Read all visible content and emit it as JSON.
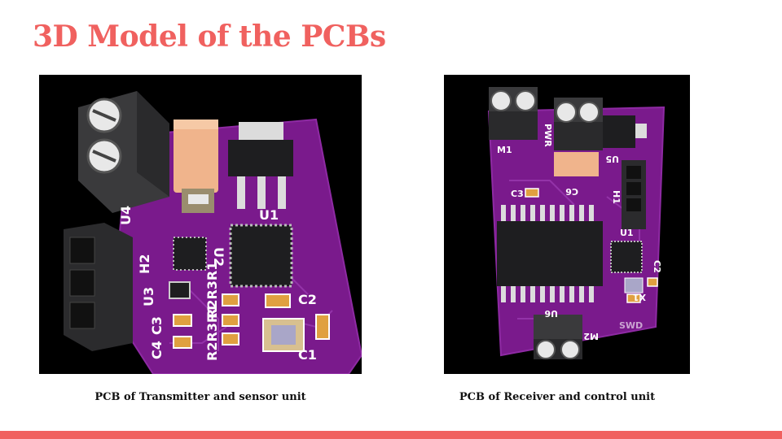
{
  "slide": {
    "title": "3D Model of the PCBs",
    "accent_color": "#f0615f"
  },
  "left_figure": {
    "caption": "PCB of Transmitter and sensor unit",
    "silkscreen": {
      "U4": "U4",
      "U1": "U1",
      "U2": "U2",
      "H2": "H2",
      "U3": "U3",
      "C3": "C3",
      "C4": "C4",
      "R2R3R1_top": "R2R3R1",
      "R2R3R1_bottom": "R2R3R1",
      "C2": "C2",
      "C1": "C1"
    },
    "board_color": "#7a1a8c"
  },
  "right_figure": {
    "caption": "PCB of Receiver and control unit",
    "silkscreen": {
      "M1": "M1",
      "PWR": "PWR",
      "U5": "U5",
      "C6": "C6",
      "H1": "H1",
      "C3": "C3",
      "U1": "U1",
      "C2": "C2",
      "X1": "X1",
      "U6": "U6",
      "M2": "M2",
      "SWD": "SWD"
    },
    "board_color": "#7a1a8c"
  }
}
